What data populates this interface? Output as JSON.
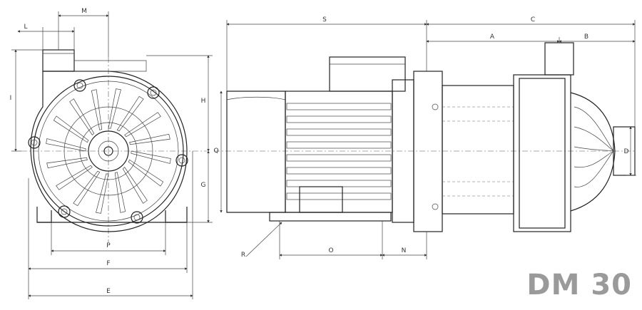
{
  "model_label": "DM 30",
  "dimension_labels": {
    "M": "M",
    "L": "L",
    "I": "I",
    "H": "H",
    "Q": "Q",
    "G": "G",
    "P": "P",
    "F": "F",
    "E": "E",
    "S": "S",
    "C": "C",
    "A": "A",
    "B": "B",
    "D": "D",
    "R": "R",
    "O": "O",
    "N": "N"
  }
}
